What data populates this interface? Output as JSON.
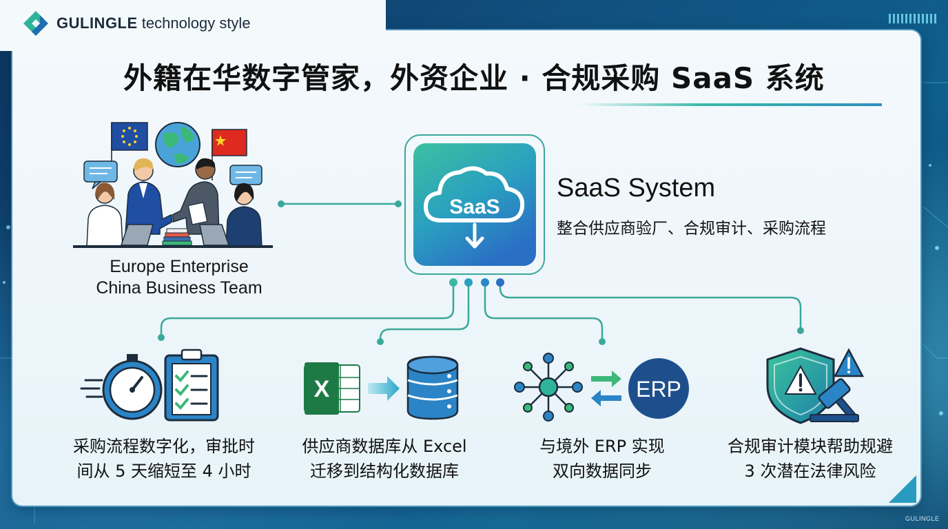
{
  "brand": {
    "name": "GULINGLE",
    "tagline": "technology style",
    "watermark": "GULINGLE"
  },
  "title": "外籍在华数字管家，外资企业 · 合规采购 SaaS 系统",
  "team": {
    "line1": "Europe Enterprise",
    "line2": "China Business Team"
  },
  "saas": {
    "icon_text": "SaaS",
    "title": "SaaS System",
    "subtitle": "整合供应商验厂、合规审计、采购流程"
  },
  "features": [
    {
      "icon": "stopwatch-checklist-icon",
      "line1": "采购流程数字化，审批时",
      "line2": "间从 5 天缩短至 4 小时"
    },
    {
      "icon": "excel-to-database-icon",
      "excel_letter": "X",
      "line1": "供应商数据库从 Excel",
      "line2": "迁移到结构化数据库"
    },
    {
      "icon": "network-erp-sync-icon",
      "erp_text": "ERP",
      "line1": "与境外 ERP 实现",
      "line2": "双向数据同步"
    },
    {
      "icon": "shield-gavel-icon",
      "line1": "合规审计模块帮助规避",
      "line2": "3 次潜在法律风险"
    }
  ],
  "colors": {
    "teal": "#2fb39a",
    "blue": "#1f6fb0",
    "navy": "#1d4f8c",
    "green": "#3cb878",
    "connector": "#3aa89a"
  }
}
